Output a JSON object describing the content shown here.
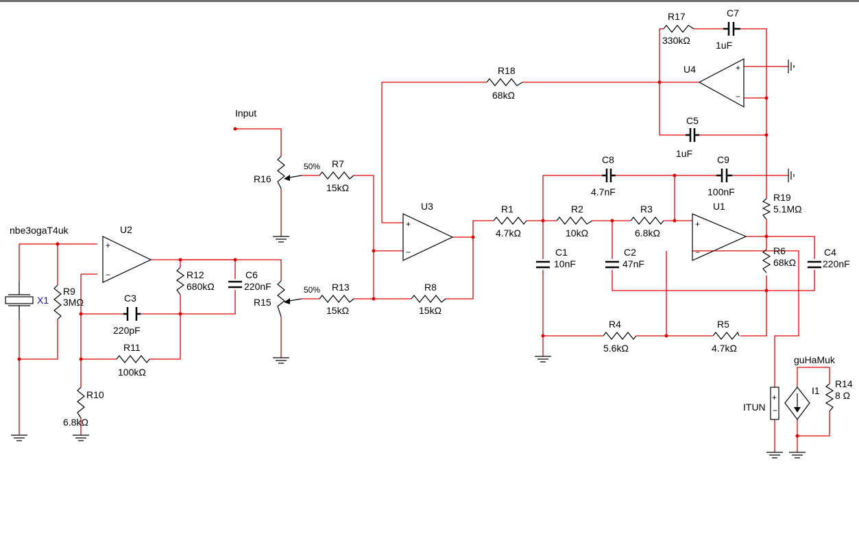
{
  "labels": {
    "input": "Input",
    "net_left": "nbe3ogaT4uk",
    "net_right": "guHaMuk",
    "pot_pct_1": "50%",
    "pot_pct_2": "50%"
  },
  "components": {
    "U1": {
      "ref": "U1"
    },
    "U2": {
      "ref": "U2"
    },
    "U3": {
      "ref": "U3"
    },
    "U4": {
      "ref": "U4"
    },
    "X1": {
      "ref": "X1"
    },
    "I1": {
      "ref": "I1"
    },
    "ITUN": {
      "ref": "ITUN"
    },
    "R1": {
      "ref": "R1",
      "value": "4.7kΩ"
    },
    "R2": {
      "ref": "R2",
      "value": "10kΩ"
    },
    "R3": {
      "ref": "R3",
      "value": "6.8kΩ"
    },
    "R4": {
      "ref": "R4",
      "value": "5.6kΩ"
    },
    "R5": {
      "ref": "R5",
      "value": "4.7kΩ"
    },
    "R6": {
      "ref": "R6",
      "value": "68kΩ"
    },
    "R7": {
      "ref": "R7",
      "value": "15kΩ"
    },
    "R8": {
      "ref": "R8",
      "value": "15kΩ"
    },
    "R9": {
      "ref": "R9",
      "value": "3MΩ"
    },
    "R10": {
      "ref": "R10",
      "value": "6.8kΩ"
    },
    "R11": {
      "ref": "R11",
      "value": "100kΩ"
    },
    "R12": {
      "ref": "R12",
      "value": "680kΩ"
    },
    "R13": {
      "ref": "R13",
      "value": "15kΩ"
    },
    "R14": {
      "ref": "R14",
      "value": "8 Ω"
    },
    "R15": {
      "ref": "R15"
    },
    "R16": {
      "ref": "R16"
    },
    "R17": {
      "ref": "R17",
      "value": "330kΩ"
    },
    "R18": {
      "ref": "R18",
      "value": "68kΩ"
    },
    "R19": {
      "ref": "R19",
      "value": "5.1MΩ"
    },
    "C1": {
      "ref": "C1",
      "value": "10nF"
    },
    "C2": {
      "ref": "C2",
      "value": "47nF"
    },
    "C3": {
      "ref": "C3",
      "value": "220pF"
    },
    "C4": {
      "ref": "C4",
      "value": "220nF"
    },
    "C5": {
      "ref": "C5",
      "value": "1uF"
    },
    "C6": {
      "ref": "C6",
      "value": "220nF"
    },
    "C7": {
      "ref": "C7",
      "value": "1uF"
    },
    "C8": {
      "ref": "C8",
      "value": "4.7nF"
    },
    "C9": {
      "ref": "C9",
      "value": "100nF"
    }
  },
  "colors": {
    "wire": "#e00000",
    "symbol": "#000000",
    "crystal_label": "#1010c0"
  }
}
